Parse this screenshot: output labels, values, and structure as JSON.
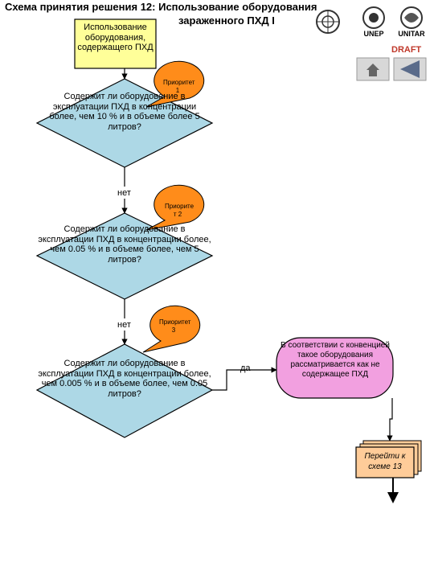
{
  "header": {
    "title_line1": "Схема принятия решения 12: Использование оборудования",
    "title_line2": "зараженного ПХД I",
    "draft": "DRAFT",
    "logos": [
      {
        "icon": "un-emblem-icon",
        "caption": ""
      },
      {
        "icon": "unep-emblem-icon",
        "caption": "UNEP"
      },
      {
        "icon": "unitar-emblem-icon",
        "caption": "UNITAR"
      }
    ]
  },
  "nav": {
    "home_icon": "home-icon",
    "back_icon": "back-arrow-icon"
  },
  "flow": {
    "start": "Использование оборудования, содержащего ПХД",
    "decisions": [
      {
        "text": "Содержит ли оборудование в эксплуатации ПХД в концентрации более, чем 10 % и в объеме более 5 литров?",
        "priority": "Приоритет 1"
      },
      {
        "text": "Содержит ли оборудование в эксплуатации ПХД в концентрации более, чем 0.05 % и в объеме более, чем 5 литров?",
        "priority": "Приорите т 2"
      },
      {
        "text": "Содержит ли оборудование в эксплуатации ПХД в концентрации более, чем 0.005 % и в объеме более, чем 0.05 литров?",
        "priority": "Приоритет 3"
      }
    ],
    "no_label": "нет",
    "yes_label": "да",
    "result": "В соответствии с конвенцией такое оборудования рассматривается как не содержащее ПХД",
    "goto": "Перейти к схеме 13"
  },
  "colors": {
    "start_fill": "#ffff99",
    "decision_fill": "#add8e6",
    "priority_fill": "#ff8c1a",
    "result_fill": "#f2a0e0",
    "goto_fill": "#ffcc99"
  }
}
